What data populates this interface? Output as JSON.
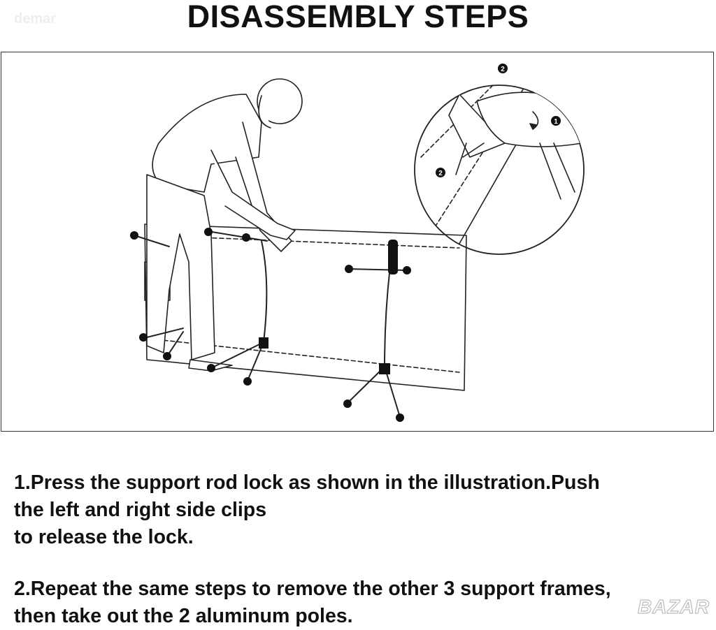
{
  "watermark_top": "demar",
  "title": "DISASSEMBLY STEPS",
  "illustration": {
    "callout_numbers": [
      "2",
      "1",
      "2"
    ]
  },
  "steps": [
    {
      "lines": [
        "1.Press the support rod lock as shown in the illustration.Push",
        "the left and right side clips",
        "to release the lock."
      ]
    },
    {
      "lines": [
        "2.Repeat the same steps to remove the other 3 support frames,",
        "then take out the 2 aluminum poles."
      ]
    }
  ],
  "watermark_bottom": "BAZAR"
}
